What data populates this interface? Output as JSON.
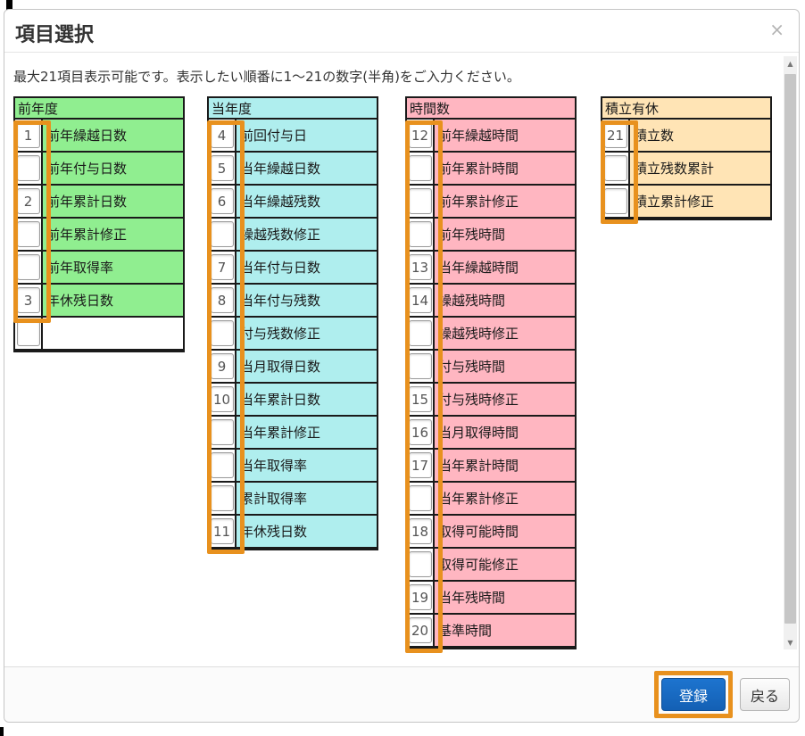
{
  "dialog": {
    "title": "項目選択",
    "close_icon": "×",
    "instruction": "最大21項目表示可能です。表示したい順番に1～21の数字(半角)をご入力ください。",
    "groups": [
      {
        "id": "zennendo",
        "header": "前年度",
        "color": "#90ee90",
        "highlight_rows": 6,
        "rows": [
          {
            "order": "1",
            "label": "前年繰越日数"
          },
          {
            "order": "",
            "label": "前年付与日数"
          },
          {
            "order": "2",
            "label": "前年累計日数"
          },
          {
            "order": "",
            "label": "前年累計修正"
          },
          {
            "order": "",
            "label": "前年取得率"
          },
          {
            "order": "3",
            "label": "年休残日数"
          },
          {
            "order": "",
            "label": "",
            "blank": true
          }
        ]
      },
      {
        "id": "tonendo",
        "header": "当年度",
        "color": "#afeeee",
        "highlight_rows": 13,
        "rows": [
          {
            "order": "4",
            "label": "前回付与日"
          },
          {
            "order": "5",
            "label": "当年繰越日数"
          },
          {
            "order": "6",
            "label": "当年繰越残数"
          },
          {
            "order": "",
            "label": "繰越残数修正"
          },
          {
            "order": "7",
            "label": "当年付与日数"
          },
          {
            "order": "8",
            "label": "当年付与残数"
          },
          {
            "order": "",
            "label": "付与残数修正"
          },
          {
            "order": "9",
            "label": "当月取得日数"
          },
          {
            "order": "10",
            "label": "当年累計日数"
          },
          {
            "order": "",
            "label": "当年累計修正"
          },
          {
            "order": "",
            "label": "当年取得率"
          },
          {
            "order": "",
            "label": "累計取得率"
          },
          {
            "order": "11",
            "label": "年休残日数"
          }
        ]
      },
      {
        "id": "jikansu",
        "header": "時間数",
        "color": "#ffb6c1",
        "highlight_rows": 16,
        "rows": [
          {
            "order": "12",
            "label": "前年繰越時間"
          },
          {
            "order": "",
            "label": "前年累計時間"
          },
          {
            "order": "",
            "label": "前年累計修正"
          },
          {
            "order": "",
            "label": "前年残時間"
          },
          {
            "order": "13",
            "label": "当年繰越時間"
          },
          {
            "order": "14",
            "label": "繰越残時間"
          },
          {
            "order": "",
            "label": "繰越残時修正"
          },
          {
            "order": "",
            "label": "付与残時間"
          },
          {
            "order": "15",
            "label": "付与残時修正"
          },
          {
            "order": "16",
            "label": "当月取得時間"
          },
          {
            "order": "17",
            "label": "当年累計時間"
          },
          {
            "order": "",
            "label": "当年累計修正"
          },
          {
            "order": "18",
            "label": "取得可能時間"
          },
          {
            "order": "",
            "label": "取得可能修正"
          },
          {
            "order": "19",
            "label": "当年残時間"
          },
          {
            "order": "20",
            "label": "基準時間"
          }
        ]
      },
      {
        "id": "tsumitate",
        "header": "積立有休",
        "color": "#ffe4b5",
        "highlight_rows": 3,
        "rows": [
          {
            "order": "21",
            "label": "積立数"
          },
          {
            "order": "",
            "label": "積立残数累計"
          },
          {
            "order": "",
            "label": "積立累計修正"
          }
        ]
      }
    ],
    "footer": {
      "submit_label": "登録",
      "back_label": "戻る"
    },
    "colors": {
      "highlight_frame": "#e8911e",
      "submit_button": "#1460b4",
      "group_green": "#90ee90",
      "group_cyan": "#afeeee",
      "group_pink": "#ffb6c1",
      "group_tan": "#ffe4b5"
    }
  }
}
